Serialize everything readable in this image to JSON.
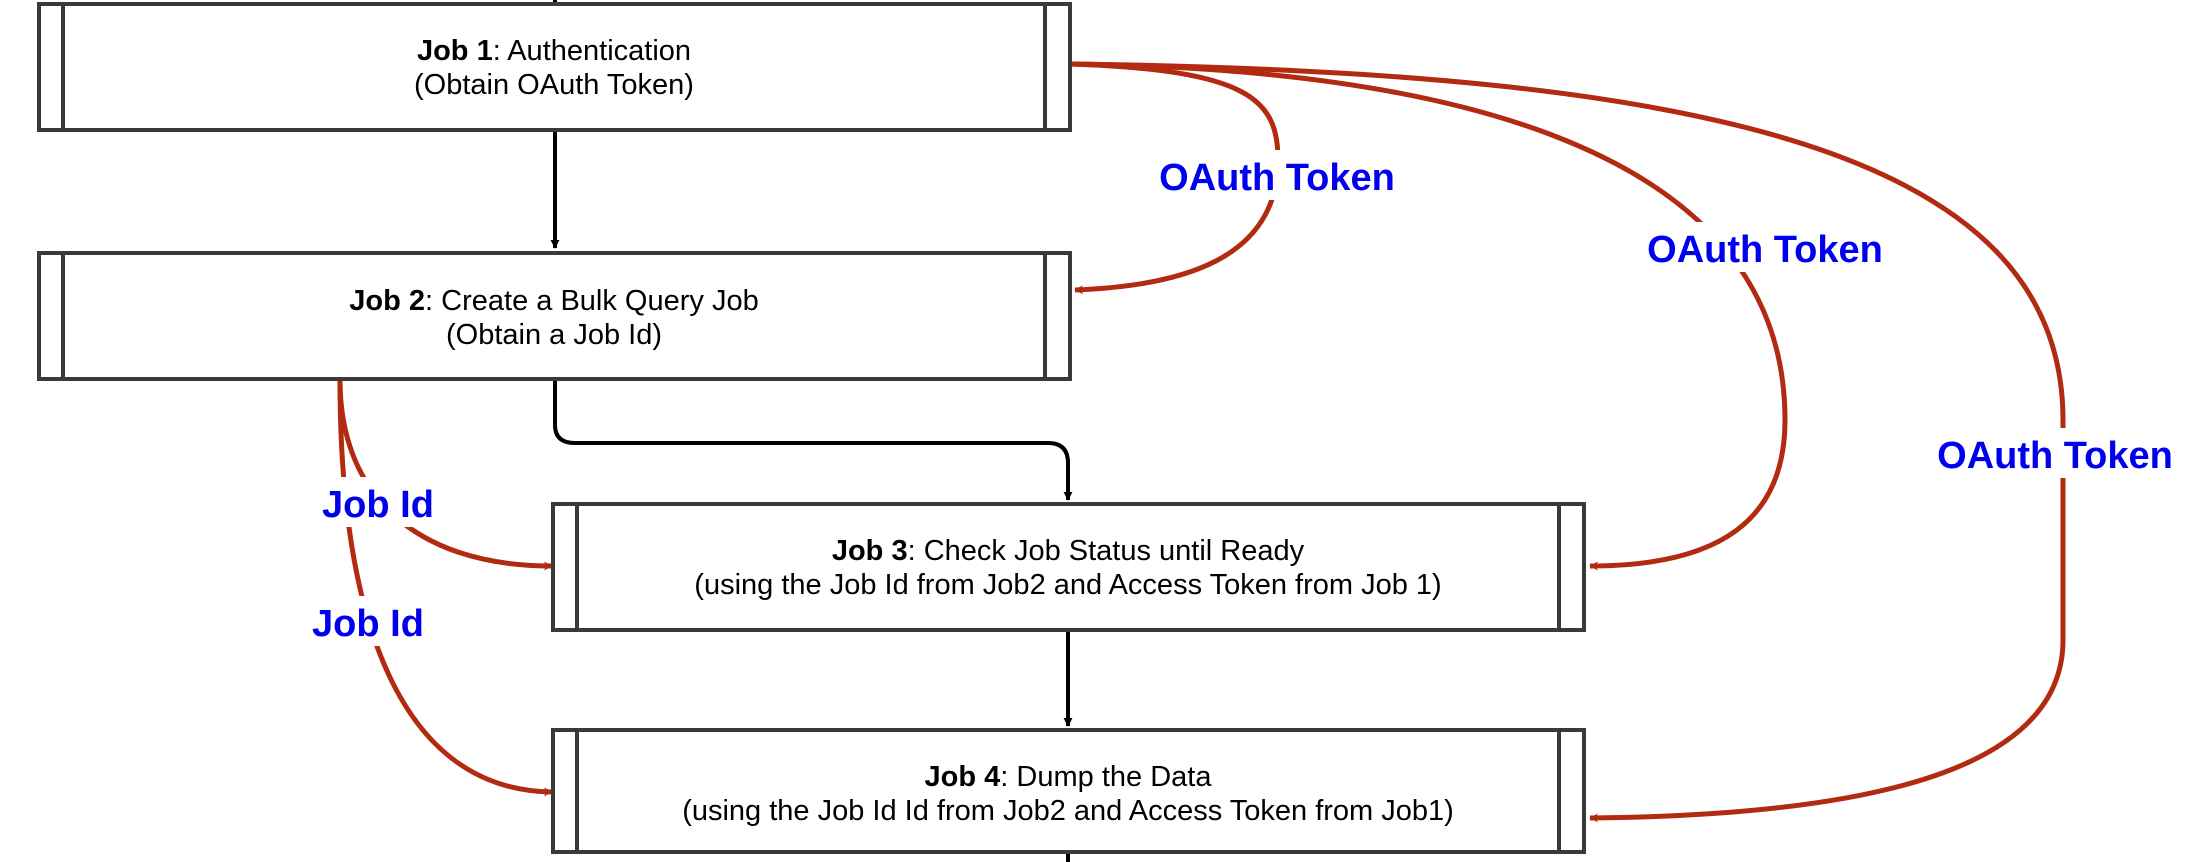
{
  "colors": {
    "data_flow": "#b22a10",
    "label": "#0000ee",
    "box_stroke": "#3a3a3a"
  },
  "nodes": [
    {
      "id": "Job 1",
      "title": ": Authentication",
      "subtitle": "(Obtain OAuth Token)"
    },
    {
      "id": "Job 2",
      "title": ": Create a Bulk Query Job",
      "subtitle": "(Obtain a Job Id)"
    },
    {
      "id": "Job 3",
      "title": ": Check Job Status until Ready",
      "subtitle": "(using the Job Id from Job2 and Access Token from Job 1)"
    },
    {
      "id": "Job 4",
      "title": ": Dump the Data",
      "subtitle": "(using the Job Id Id from Job2 and Access Token from Job1)"
    }
  ],
  "edge_labels": {
    "oauth_to_job2": "OAuth Token",
    "oauth_to_job3": "OAuth Token",
    "oauth_to_job4": "OAuth Token",
    "jobid_to_job3": "Job Id",
    "jobid_to_job4": "Job Id"
  }
}
